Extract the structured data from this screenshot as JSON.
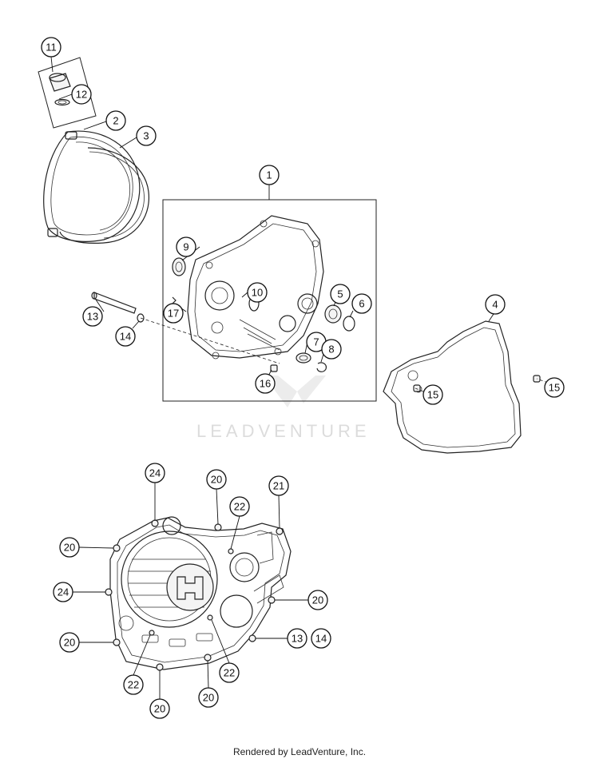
{
  "diagram": {
    "type": "exploded-parts-diagram",
    "callouts": {
      "c1": "1",
      "c2": "2",
      "c3": "3",
      "c4": "4",
      "c5": "5",
      "c6": "6",
      "c7": "7",
      "c8": "8",
      "c9": "9",
      "c10": "10",
      "c11": "11",
      "c12": "12",
      "c13": "13",
      "c14": "14",
      "c15a": "15",
      "c15b": "15",
      "c16": "16",
      "c17": "17",
      "b24a": "24",
      "b20a": "20",
      "b21": "21",
      "b22a": "22",
      "b20b": "20",
      "b24b": "24",
      "b20c": "20",
      "b13": "13",
      "b14": "14",
      "b20d": "20",
      "b22b": "22",
      "b22c": "22",
      "b20e": "20",
      "b20f": "20"
    }
  },
  "watermark": {
    "text": "LEADVENTURE"
  },
  "footer": {
    "text": "Rendered by LeadVenture, Inc."
  }
}
